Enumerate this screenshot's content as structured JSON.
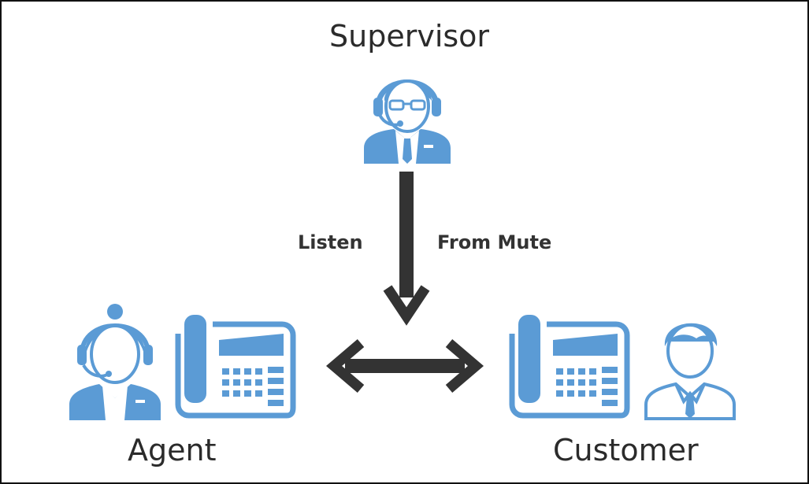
{
  "diagram": {
    "nodes": {
      "supervisor": {
        "label": "Supervisor",
        "icon": "supervisor-headset-glasses-icon"
      },
      "agent": {
        "label": "Agent",
        "icon": "agent-headset-icon"
      },
      "customer": {
        "label": "Customer",
        "icon": "customer-person-icon"
      }
    },
    "phones": [
      "agent-desk-phone-icon",
      "customer-desk-phone-icon"
    ],
    "edges": {
      "listen_label": "Listen",
      "mute_label": "From Mute",
      "supervisor_to_call": "down-arrow",
      "agent_customer": "double-arrow"
    },
    "colors": {
      "icon_blue": "#5b9bd5",
      "arrow": "#333333",
      "text": "#2b2b2b",
      "frame": "#111111"
    }
  }
}
